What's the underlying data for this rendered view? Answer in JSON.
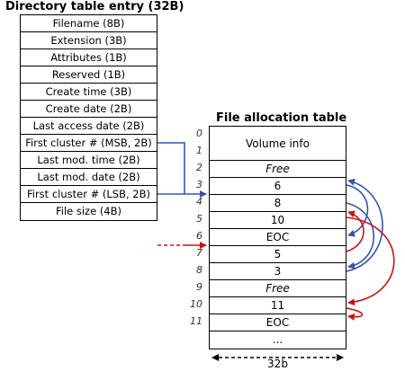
{
  "directory": {
    "title": "Directory table entry (32B)",
    "fields": [
      "Filename (8B)",
      "Extension (3B)",
      "Attributes (1B)",
      "Reserved (1B)",
      "Create time (3B)",
      "Create date (2B)",
      "Last access date (2B)",
      "First cluster # (MSB, 2B)",
      "Last mod. time (2B)",
      "Last mod. date (2B)",
      "First cluster # (LSB, 2B)",
      "File size (4B)"
    ]
  },
  "fat": {
    "title": "File allocation table",
    "indices": [
      "0",
      "1",
      "2",
      "3",
      "4",
      "5",
      "6",
      "7",
      "8",
      "9",
      "10",
      "11"
    ],
    "rows": [
      {
        "text": "Volume info",
        "span": 2
      },
      {
        "text": "Free",
        "italic": true
      },
      {
        "text": "6"
      },
      {
        "text": "8"
      },
      {
        "text": "10"
      },
      {
        "text": "EOC"
      },
      {
        "text": "5"
      },
      {
        "text": "3"
      },
      {
        "text": "Free",
        "italic": true
      },
      {
        "text": "11"
      },
      {
        "text": "EOC"
      },
      {
        "text": "..."
      }
    ],
    "width_label": "32b"
  },
  "colors": {
    "blue_chain": "#3355aa",
    "red_chain": "#cc1111"
  }
}
